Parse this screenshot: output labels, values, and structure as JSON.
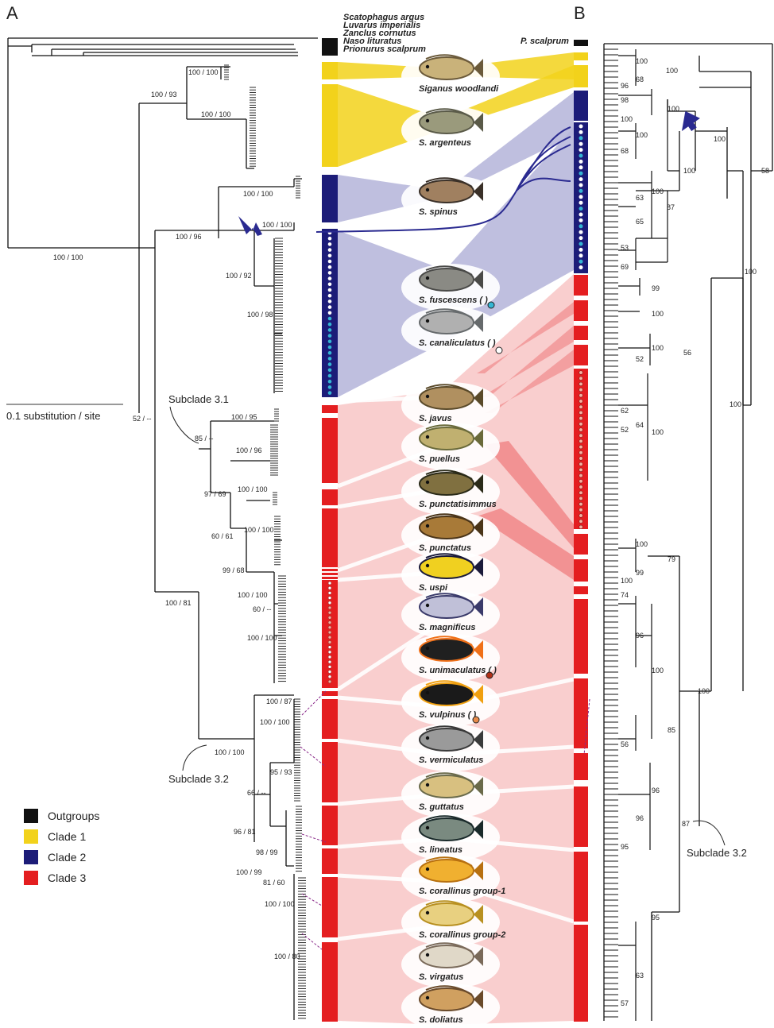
{
  "panels": {
    "a": "A",
    "b": "B"
  },
  "outgroups": [
    "Scatophagus argus",
    "Luvarus imperialis",
    "Zanclus cornutus",
    "Naso lituratus",
    "Prionurus scalprum"
  ],
  "outgroup_b": "P. scalprum",
  "scale_label": "0.1 substitution / site",
  "subclade_labels": {
    "a31": "Subclade 3.1",
    "a32": "Subclade 3.2",
    "b32": "Subclade 3.2"
  },
  "support_a": [
    "100 / 100",
    "100 / 93",
    "100 / 100",
    "100 / 100",
    "100 / 100",
    "100 / 96",
    "100 / 100",
    "100 / 92",
    "100 / 98",
    "52 / --",
    "85 / --",
    "100 / 95",
    "100 / 96",
    "97 / 69",
    "100 / 100",
    "60 / 61",
    "100 / 100",
    "99 / 68",
    "100 / 100",
    "60 / --",
    "100 / 81",
    "100 / 100",
    "100 / 87",
    "100 / 100",
    "100 / 100",
    "95 / 93",
    "66 / --",
    "96 / 81",
    "98 / 99",
    "100 / 99",
    "81 / 60",
    "100 / 100",
    "100 / 80"
  ],
  "support_b": [
    "100",
    "100",
    "68",
    "96",
    "98",
    "100",
    "100",
    "100",
    "68",
    "100",
    "100",
    "58",
    "63",
    "100",
    "87",
    "65",
    "53",
    "69",
    "100",
    "99",
    "100",
    "100",
    "52",
    "56",
    "62",
    "64",
    "52",
    "100",
    "100",
    "100",
    "79",
    "99",
    "100",
    "74",
    "96",
    "100",
    "100",
    "56",
    "85",
    "96",
    "96",
    "87",
    "95",
    "95",
    "63",
    "57"
  ],
  "species": [
    {
      "name": "Siganus woodlandi"
    },
    {
      "name": "S. argenteus"
    },
    {
      "name": "S. spinus"
    },
    {
      "name": "S. fuscescens (  )"
    },
    {
      "name": "S. canaliculatus (  )"
    },
    {
      "name": "S. javus"
    },
    {
      "name": "S. puellus"
    },
    {
      "name": "S. punctatisimmus"
    },
    {
      "name": "S. punctatus"
    },
    {
      "name": "S. uspi"
    },
    {
      "name": "S. magnificus"
    },
    {
      "name": "S. unimaculatus (  )"
    },
    {
      "name": "S. vulpinus (  )"
    },
    {
      "name": "S. vermiculatus"
    },
    {
      "name": "S. guttatus"
    },
    {
      "name": "S. lineatus"
    },
    {
      "name": "S. corallinus group-1"
    },
    {
      "name": "S. corallinus group-2"
    },
    {
      "name": "S. virgatus"
    },
    {
      "name": "S. doliatus"
    }
  ],
  "legend": [
    {
      "label": "Outgroups",
      "color": "#111111"
    },
    {
      "label": "Clade 1",
      "color": "#f2d21b"
    },
    {
      "label": "Clade 2",
      "color": "#1c1c78"
    },
    {
      "label": "Clade 3",
      "color": "#e41e20"
    }
  ],
  "colors": {
    "clade1": "#f2d21b",
    "clade2": "#1c1c78",
    "clade3": "#e41e20",
    "outgroup": "#111111",
    "arrow": "#2a2a90"
  }
}
